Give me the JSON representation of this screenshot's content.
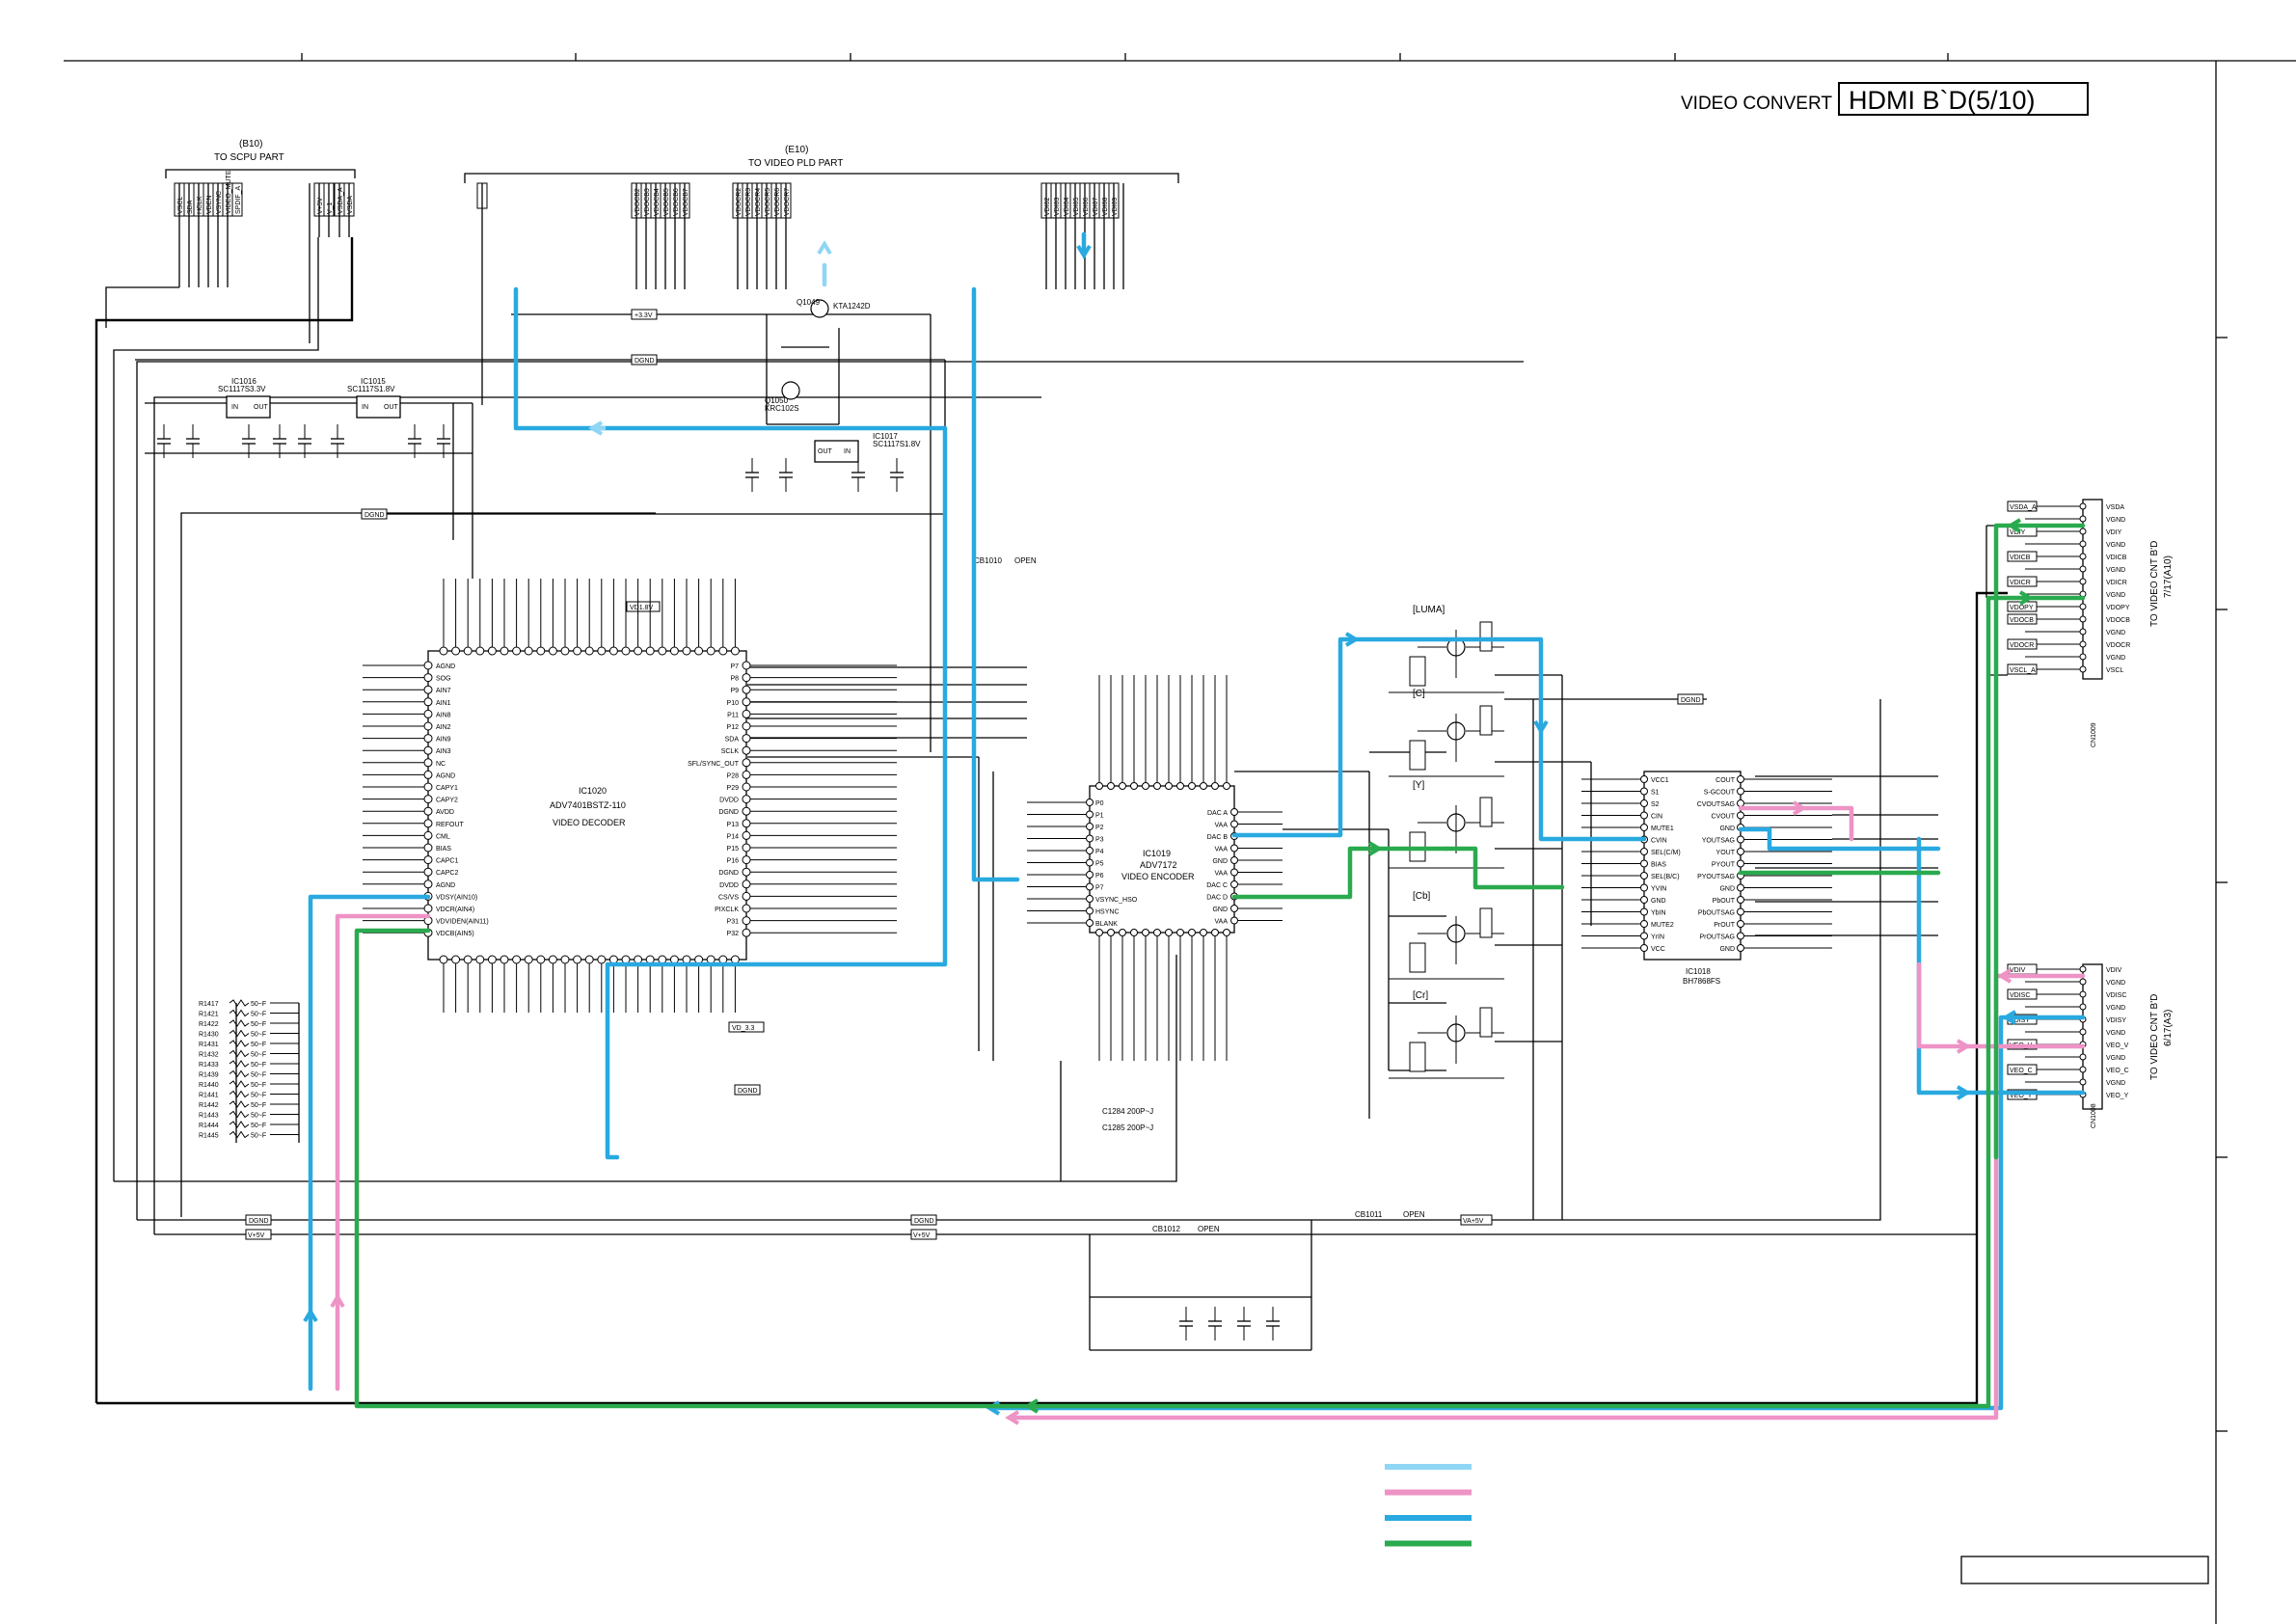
{
  "title_block": {
    "section": "VIDEO CONVERT",
    "board": "HDMI B`D(5/10)"
  },
  "headers": {
    "b10": {
      "ref": "(B10)",
      "name": "TO SCPU PART"
    },
    "e10": {
      "ref": "(E10)",
      "name": "TO VIDEO PLD PART"
    },
    "cn1009": {
      "ref": "7/17(A10)",
      "name": "TO VIDEO CNT B'D",
      "part": "CN1009"
    },
    "cn1008": {
      "ref": "6/17(A3)",
      "name": "TO VIDEO CNT B'D",
      "part": "CN1008"
    }
  },
  "ics": {
    "decoder": {
      "ref": "IC1020",
      "part": "ADV7401BSTZ-110",
      "name": "VIDEO DECODER"
    },
    "encoder": {
      "ref": "IC1019",
      "part": "ADV7172",
      "name": "VIDEO ENCODER"
    },
    "driver": {
      "ref": "IC1018",
      "part": "BH7868FS"
    },
    "reg1": {
      "ref": "IC1016",
      "part": "SC1117S3.3V"
    },
    "reg2": {
      "ref": "IC1015",
      "part": "SC1117S1.8V"
    },
    "reg3": {
      "ref": "IC1017",
      "part": "SC1117S1.8V"
    },
    "q1": {
      "ref": "Q1049",
      "part": "KTA1242D"
    },
    "q2": {
      "ref": "Q1050",
      "part": "KRC102S"
    }
  },
  "nets": {
    "n33v": "+3.3V",
    "dgnd": "DGND",
    "vd18": "VD1.8V",
    "vd33": "VD_3.3V",
    "vp5": "V+5V",
    "va5": "VA+5V",
    "v33d": "VD_3.3",
    "cb1010": "CB1010",
    "cb1011": "CB1011",
    "cb1012": "CB1012",
    "open": "OPEN"
  },
  "stage_labels": [
    "[LUMA]",
    "[C]",
    "[Y]",
    "[Cb]",
    "[Cr]"
  ],
  "decoder_left_pins": [
    "AGND",
    "SOG",
    "AIN7",
    "AIN1",
    "AIN8",
    "AIN2",
    "AIN9",
    "AIN3",
    "NC",
    "AGND",
    "CAPY1",
    "CAPY2",
    "AVDD",
    "REFOUT",
    "CML",
    "BIAS",
    "CAPC1",
    "CAPC2",
    "AGND",
    "VDSY(AIN10)",
    "VDCR(AIN4)",
    "VDVIDEN(AIN11)",
    "VDCB(AIN5)"
  ],
  "decoder_right_pins": [
    "P7",
    "P8",
    "P9",
    "P10",
    "P11",
    "P12",
    "SDA",
    "SCLK",
    "SFL/SYNC_OUT",
    "P28",
    "P29",
    "DVDD",
    "DGND",
    "P13",
    "P14",
    "P15",
    "P16",
    "DGND",
    "DVDD",
    "CS/VS",
    "PIXCLK",
    "P31",
    "P32"
  ],
  "encoder_left_pins": [
    "P0",
    "P1",
    "P2",
    "P3",
    "P4",
    "P5",
    "P6",
    "P7",
    "VSYNC_HSO",
    "HSYNC",
    "BLANK"
  ],
  "encoder_right_pins": [
    "DAC A",
    "VAA",
    "DAC B",
    "VAA",
    "GND",
    "VAA",
    "DAC C",
    "DAC D",
    "GND",
    "VAA"
  ],
  "driver_left_pins": [
    "VCC1",
    "S1",
    "S2",
    "CIN",
    "MUTE1",
    "CVIN",
    "SEL(C/M)",
    "BIAS",
    "SEL(B/C)",
    "YVIN",
    "GND",
    "YbIN",
    "MUTE2",
    "YrIN",
    "VCC"
  ],
  "driver_right_pins": [
    "COUT",
    "S-GCOUT",
    "CVOUTSAG",
    "CVOUT",
    "GND",
    "YOUTSAG",
    "YOUT",
    "PYOUT",
    "PYOUTSAG",
    "GND",
    "PbOUT",
    "PbOUTSAG",
    "PrOUT",
    "PrOUTSAG",
    "GND"
  ],
  "b10_pins": [
    "VSCL",
    "SDA",
    "HCLK",
    "VDEN",
    "VSYNC",
    "VIDEO_MUTE",
    "SPDIF_A",
    "",
    "V+5V",
    "V_1",
    "VSDA_A",
    "VSDA"
  ],
  "e10_pins": [
    "VDOCB2",
    "VDOCB3",
    "VDOCB4",
    "VDOCB5",
    "VDOCB6",
    "VDOCB7",
    "VDOCR2",
    "VDOCR3",
    "VDOCR4",
    "VDOCR5",
    "VDOCR6",
    "VDOCR7",
    "",
    "VDI02",
    "VDI03",
    "VDI04",
    "VDI05",
    "VDI06",
    "VDI07",
    "VDI08",
    "VDI09"
  ],
  "e10_pins_b": [
    "VDHSYNC",
    "VDVSYNC",
    "VD2PCK",
    "VDOCB0",
    "VDOCB1"
  ],
  "cn1009_pins": [
    "VSDA",
    "VGND",
    "VDIY",
    "VGND",
    "VDICB",
    "VGND",
    "VDICR",
    "VGND",
    "VDOPY",
    "VDOCB",
    "VGND",
    "VDOCR",
    "VGND",
    "VSCL"
  ],
  "cn1009_nets": [
    "VSDA_A",
    "",
    "VDIY",
    "",
    "VDICB",
    "",
    "VDICR",
    "",
    "VDOPY",
    "VDOCB",
    "",
    "VDOCR",
    "",
    "VSCL_A"
  ],
  "cn1008_pins": [
    "VDIV",
    "VGND",
    "VDISC",
    "VGND",
    "VDISY",
    "VGND",
    "VEO_V",
    "VGND",
    "VEO_C",
    "VGND",
    "VEO_Y"
  ],
  "cn1008_nets": [
    "VDIV",
    "",
    "VDISC",
    "",
    "VDISY",
    "",
    "VEO_V",
    "",
    "VEO_C",
    "",
    "VEO_Y"
  ],
  "resistors_left": [
    "R1417",
    "R1421",
    "R1422",
    "R1430",
    "R1431",
    "R1432",
    "R1433",
    "R1439",
    "R1440",
    "R1441",
    "R1442",
    "R1443",
    "R1444",
    "R1445"
  ],
  "res_value": "50~F",
  "bottom_caps": [
    "C1284 200P~J",
    "C1285 200P~J"
  ],
  "legend": [
    {
      "color": "#8fd6f4",
      "label": ""
    },
    {
      "color": "#ee93c6",
      "label": ""
    },
    {
      "color": "#29a9e0",
      "label": ""
    },
    {
      "color": "#2aaa4e",
      "label": ""
    }
  ],
  "path_colors": {
    "light_blue": "#8fd6f4",
    "pink": "#ee93c6",
    "blue": "#29a9e0",
    "green": "#2aaa4e"
  }
}
